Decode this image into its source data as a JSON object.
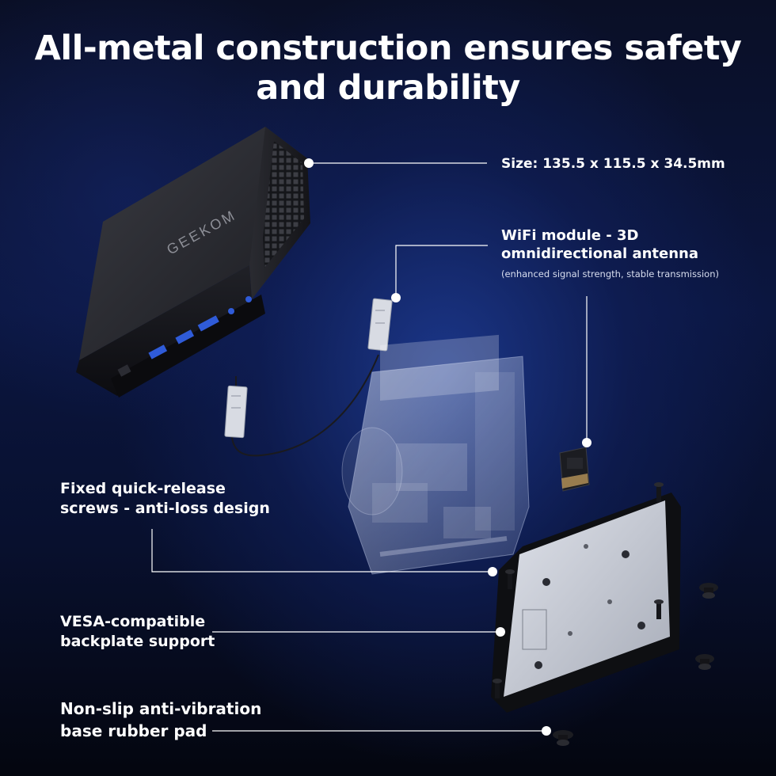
{
  "headline": {
    "line1": "All-metal construction ensures safety",
    "line2": "and durability"
  },
  "brand": "GEEKOM",
  "callouts": {
    "size": "Size: 135.5 x 115.5 x 34.5mm",
    "wifi_line1": "WiFi module - 3D",
    "wifi_line2": "omnidirectional antenna",
    "wifi_note": "(enhanced signal strength,  stable transmission)",
    "screws_line1": "Fixed quick-release",
    "screws_line2": "screws - anti-loss design",
    "vesa_line1": "VESA-compatible",
    "vesa_line2": "backplate support",
    "pad_line1": "Non-slip anti-vibration",
    "pad_line2": "base rubber pad"
  },
  "colors": {
    "background": "#0b1640",
    "accent_blue": "#3a63d6",
    "leader_line": "#ffffff",
    "chassis": "#1c1d22"
  }
}
